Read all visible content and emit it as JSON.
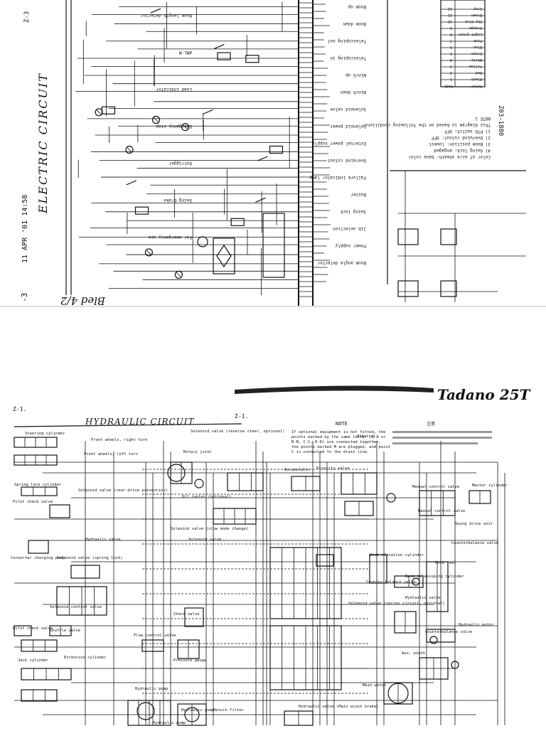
{
  "top_page": {
    "title": "ELECTRIC CIRCUIT",
    "margin_left": "11 APR '01 14:58",
    "page_marker": "-3",
    "page_code": "Z-3",
    "handwritten_note": "Bled 4/2",
    "drawing_number": "Z03-1880",
    "color_table_header": [
      "Code",
      "Color"
    ],
    "color_table_rows": [
      [
        "1",
        "Black"
      ],
      [
        "2",
        "Red"
      ],
      [
        "3",
        "Yellow"
      ],
      [
        "4",
        "White"
      ],
      [
        "5",
        "Green"
      ],
      [
        "6",
        "Blue"
      ],
      [
        "7",
        "Pink"
      ],
      [
        "8",
        "Light green"
      ],
      [
        "9",
        "Orange"
      ],
      [
        "10",
        "Sky blue"
      ],
      [
        "11",
        "Brown"
      ],
      [
        "12",
        "Gray"
      ]
    ],
    "notes": [
      "NOTE 1",
      "This diagram is based on the following conditions:",
      "1) PTO switch: OFF",
      "2) Overwind cutout: OFF",
      "3) Boom position: lowest",
      "4) Swing lock: engaged",
      "Color of wire sheath: base color"
    ],
    "labels": [
      "Boom up",
      "Boom down",
      "Telescoping out",
      "Telescoping in",
      "Winch up",
      "Winch down",
      "Solenoid valve",
      "Solenoid power",
      "External power supply",
      "Overwind cutout",
      "Failure indicator lamp",
      "Buzzer",
      "Swing lock",
      "Jib selection",
      "Power supply",
      "Boom angle detector",
      "Boom length detector",
      "AML-M",
      "Load indicator",
      "Emergency stop",
      "Outrigger",
      "Swing brake",
      "For emergency use"
    ]
  },
  "bottom_page": {
    "title": "HYDRAULIC CIRCUIT",
    "page_code_left": "Z-1.",
    "page_code_right": "Z-1.",
    "handwritten_title": "Tadano 25T",
    "note_title": "NOTE",
    "note_text": [
      "If optional equipment is not fitted, the",
      "points marked by the same letter (A-A or",
      "B-B, C-C, D-D) are connected together,",
      "the points marked M are plugged, and point",
      "C is connected to the drain line."
    ],
    "labels": [
      "Steering cylinder",
      "Front wheels, right turn",
      "Front wheels, left turn",
      "Solenoid valve (reverse steer, optional)",
      "Rotary joint",
      "Spring lock cylinder",
      "Solenoid valve (rear-drive prevention)",
      "Pilot check valve",
      "Converter charging pump",
      "Solenoid valve (spring lock)",
      "Hydraulic valve",
      "Solenoid control valve",
      "Shuttle valve",
      "Extension cylinder",
      "Jack cylinder",
      "Pilot check valve",
      "Oil cooler (optional)",
      "Solenoid valve (slow mode change)",
      "Solenoid valve",
      "Accumulator",
      "Priority valve",
      "Orbitrol",
      "Manual control valve",
      "Manual control valve",
      "Master cylinder",
      "Swing drive unit",
      "Boom elevation cylinder",
      "Counterbalance valve",
      "Boom telescoping cylinder",
      "Hose reel",
      "Counter-balance valve",
      "Hydraulic valve",
      "Check valve",
      "Flow control valve",
      "Pressure gauge",
      "Solenoid valve (series circuit, optional)",
      "Counterbalance valve",
      "Hydraulic motor",
      "Aux. winch",
      "Main winch",
      "Hydraulic valve (Main winch brake)",
      "Hydraulic pump",
      "Hydraulic pump",
      "Hydraulic pump",
      "Return filter"
    ]
  }
}
